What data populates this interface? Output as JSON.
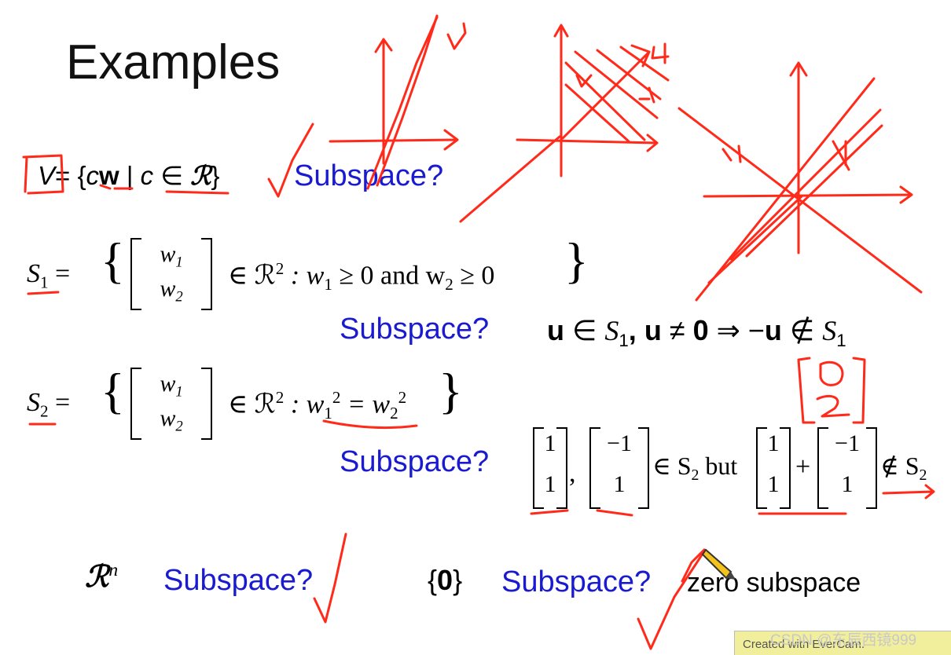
{
  "slide": {
    "title": "Examples",
    "v_set": {
      "lhs": "V",
      "eq": "= {",
      "c": "c",
      "w": "w",
      "bar": " | ",
      "c2": "c",
      "in": " ∈ ",
      "R": "ℛ",
      "close": "}"
    },
    "subspace_q": "Subspace?",
    "s1": {
      "name": "S",
      "sub": "1",
      "eq": "=",
      "w1": "w",
      "w1s": "1",
      "w2": "w",
      "w2s": "2",
      "in": "∈ ℛ",
      "sup": "2",
      "cond_a": ": w",
      "cond_a_sub": "1",
      "cond_b": " ≥ 0 and w",
      "cond_b_sub": "2",
      "cond_c": " ≥ 0"
    },
    "s1_note": {
      "u1": "u",
      "in": " ∈ ",
      "S": "S",
      "s": "1",
      "comma": ", ",
      "u2": "u",
      "ne": " ≠ ",
      "zero": "0",
      "imp": " ⇒ −",
      "u3": "u",
      "notin": " ∉ ",
      "S2": "S",
      "s2": "1"
    },
    "s2": {
      "name": "S",
      "sub": "2",
      "eq": "=",
      "w1": "w",
      "w1s": "1",
      "w2": "w",
      "w2s": "2",
      "in": "∈ ℛ",
      "sup": "2",
      "cond_a": ": w",
      "cond_a_sub": "1",
      "cond_a_sup": "2",
      "cond_b": " = w",
      "cond_b_sub": "2",
      "cond_b_sup": "2"
    },
    "s2_note": {
      "v1": [
        "1",
        "1"
      ],
      "comma": ",",
      "v2": [
        "−1",
        "1"
      ],
      "in": "∈ S",
      "in_sub": "2",
      "but": " but",
      "v3": [
        "1",
        "1"
      ],
      "plus": "+",
      "v4": [
        "−1",
        "1"
      ],
      "notin": "∉ S",
      "notin_sub": "2"
    },
    "rn": {
      "R": "ℛ",
      "sup": "n"
    },
    "zero_set": {
      "open": "{",
      "zero": "0",
      "close": "}"
    },
    "zero_subspace": "zero subspace"
  },
  "handwritten_annotations": {
    "bracket_digits": [
      "0",
      "2"
    ],
    "arrow_labels": [
      "u",
      "4",
      "u",
      "4"
    ]
  },
  "watermarks": {
    "evercam": "Created with EverCam.",
    "csdn": "CSDN @东辰西镜999"
  },
  "colors": {
    "question": "#1a1ad0",
    "ink": "#ff2a1a",
    "watermark_bg": "#f2ef9c"
  }
}
